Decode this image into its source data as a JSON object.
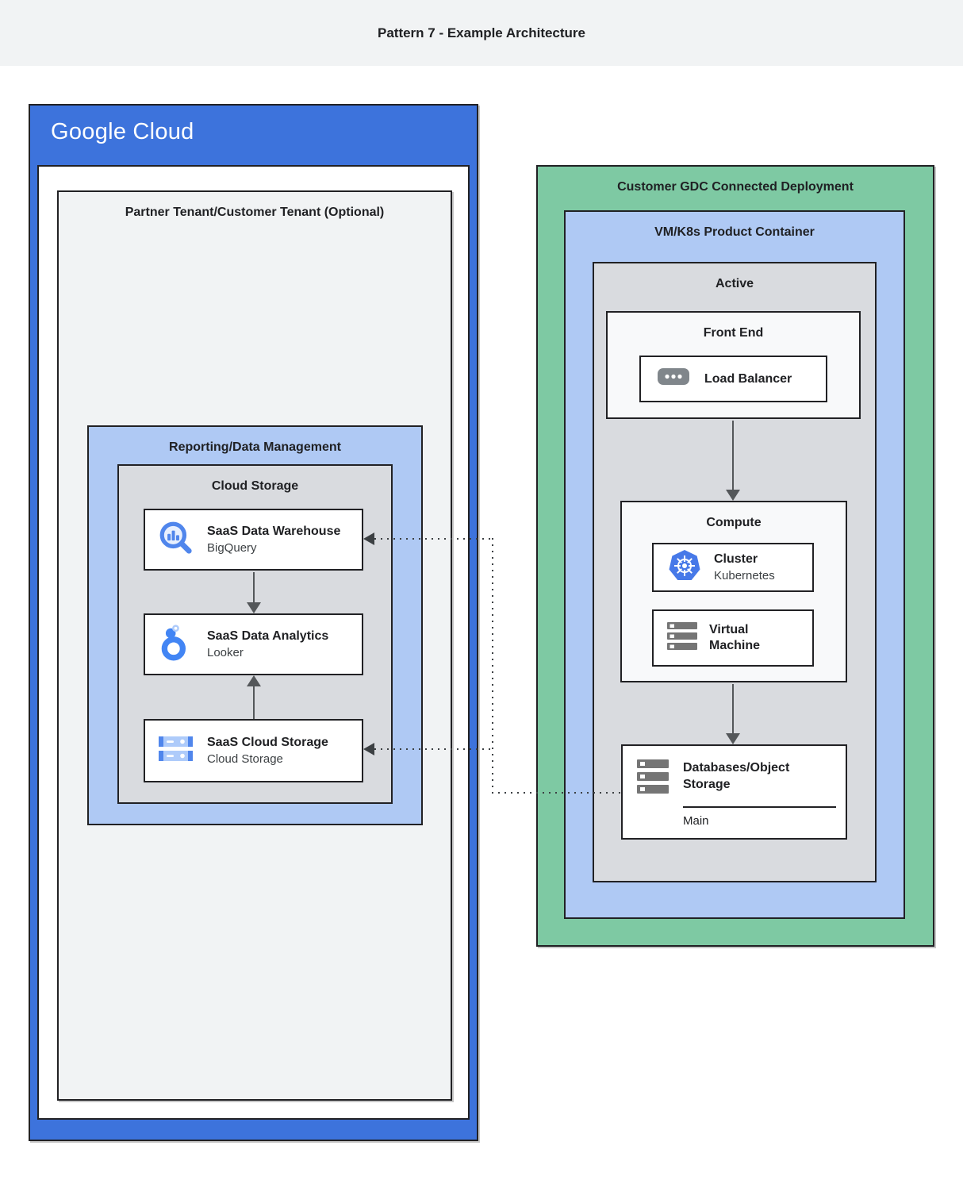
{
  "header": {
    "title": "Pattern 7 - Example Architecture"
  },
  "colors": {
    "google_blue": "#3D73DC",
    "light_blue": "#AFC9F4",
    "green": "#7EC9A3",
    "box_gray": "#D9DBDF",
    "panel_gray": "#F1F3F4",
    "card_white": "#FFFFFF",
    "border_dark": "#212124",
    "icon_blue": "#5086EC",
    "icon_gray": "#757575"
  },
  "google_cloud": {
    "logo": {
      "part1": "Google",
      "part2": "Cloud"
    },
    "partner_tenant_label": "Partner Tenant/Customer Tenant (Optional)",
    "reporting": {
      "label": "Reporting/Data Management",
      "cloud_storage": {
        "label": "Cloud Storage",
        "cards": [
          {
            "title": "SaaS Data Warehouse",
            "subtitle": "BigQuery",
            "icon": "bigquery-icon"
          },
          {
            "title": "SaaS Data Analytics",
            "subtitle": "Looker",
            "icon": "looker-icon"
          },
          {
            "title": "SaaS Cloud Storage",
            "subtitle": "Cloud Storage",
            "icon": "cloud-storage-icon"
          }
        ]
      }
    }
  },
  "gdc": {
    "label": "Customer GDC Connected Deployment",
    "vm_k8s": {
      "label": "VM/K8s Product Container",
      "active": {
        "label": "Active",
        "front_end": {
          "label": "Front End",
          "load_balancer": {
            "title": "Load Balancer",
            "icon": "load-balancer-icon"
          }
        },
        "compute": {
          "label": "Compute",
          "cards": [
            {
              "title": "Cluster",
              "subtitle": "Kubernetes",
              "icon": "kubernetes-icon"
            },
            {
              "title": "Virtual Machine",
              "icon": "virtual-machine-icon"
            }
          ]
        },
        "databases": {
          "title": "Databases/Object Storage",
          "divider_label": "Main",
          "icon": "server-stack-icon"
        }
      }
    }
  }
}
